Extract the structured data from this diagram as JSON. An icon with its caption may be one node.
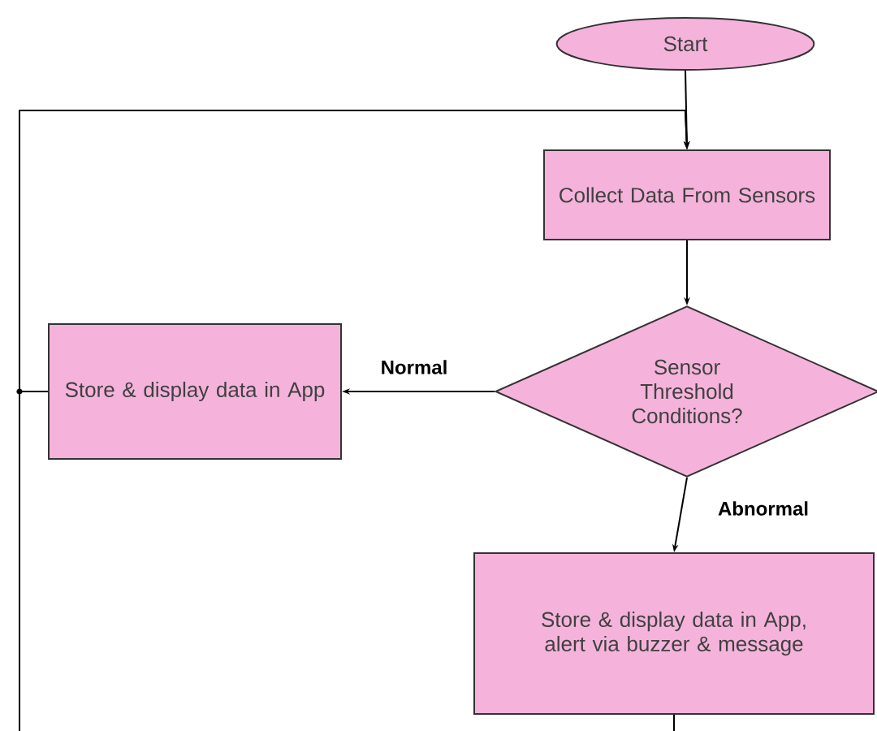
{
  "diagram": {
    "nodes": [
      {
        "text": [
          "Start"
        ]
      },
      {
        "text": [
          "Collect Data From Sensors"
        ]
      },
      {
        "text": [
          "Sensor Threshold Conditions?"
        ]
      },
      {
        "text": [
          "Store & display data in App"
        ]
      },
      {
        "text": [
          "Store & display data in App, alert via buzzer & message"
        ]
      }
    ],
    "edges": [
      {
        "from": 0,
        "to": 1,
        "arrow": "to"
      },
      {
        "from": 1,
        "to": 2,
        "arrow": "to"
      },
      {
        "from": 2,
        "to": 3,
        "arrow": "to",
        "label": "Normal"
      },
      {
        "from": 2,
        "to": 4,
        "arrow": "to",
        "label": "Abnormal"
      },
      {
        "from": 3,
        "to": 1,
        "arrow": "to"
      },
      {
        "from": 4,
        "to": 1,
        "arrow": "to"
      }
    ]
  }
}
